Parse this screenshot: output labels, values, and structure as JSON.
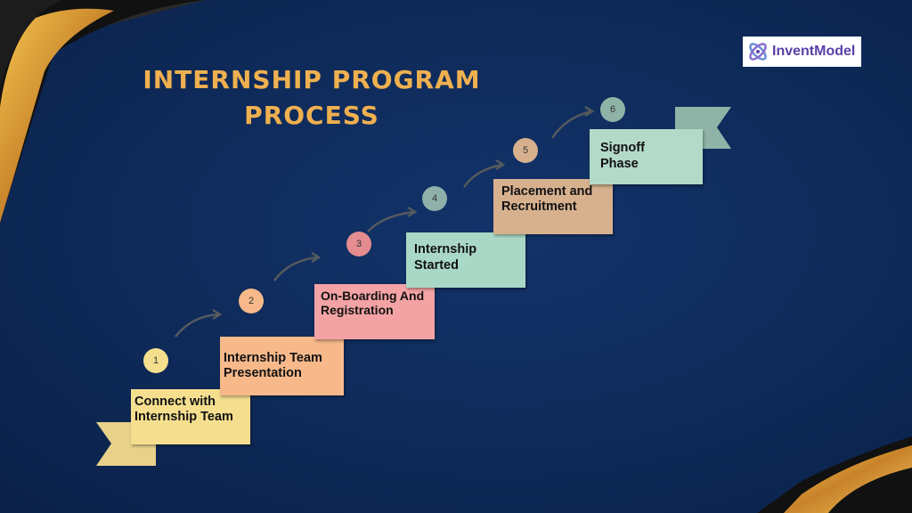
{
  "title": {
    "line1": "INTERNSHIP PROGRAM",
    "line2": "PROCESS"
  },
  "logo": {
    "text": "InventModel"
  },
  "steps": [
    {
      "number": "1",
      "label": "Connect with Internship Team",
      "color": "#f5df8f"
    },
    {
      "number": "2",
      "label": "Internship Team Presentation",
      "color": "#f7b98a"
    },
    {
      "number": "3",
      "label": "On-Boarding And Registration",
      "color": "#f4a3a5"
    },
    {
      "number": "4",
      "label": "Internship Started",
      "color": "#a9d8c6"
    },
    {
      "number": "5",
      "label": "Placement and Recruitment",
      "color": "#d7b18e"
    },
    {
      "number": "6",
      "label": "Signoff Phase",
      "color": "#b3d9c9"
    }
  ],
  "colors": {
    "background": "#0f2c5c",
    "title": "#efb04f",
    "gold": "#e3a631"
  }
}
